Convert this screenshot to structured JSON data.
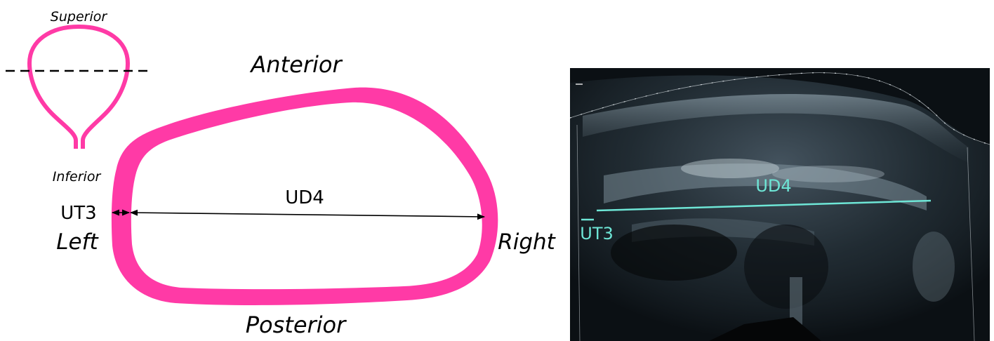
{
  "colors": {
    "uterus_wall": "#ff3aa6",
    "measurement_line": "#000000",
    "ultrasound_annotation": "#6ee6d6",
    "ultrasound_background": "#0b1014",
    "dashed_plane": "#000000"
  },
  "orientation_inset": {
    "superior": "Superior",
    "inferior": "Inferior"
  },
  "cross_section": {
    "anterior": "Anterior",
    "posterior": "Posterior",
    "left": "Left",
    "right": "Right",
    "thickness_label": "UT3",
    "diameter_label": "UD4"
  },
  "ultrasound": {
    "diameter_label": "UD4",
    "thickness_label": "UT3"
  }
}
